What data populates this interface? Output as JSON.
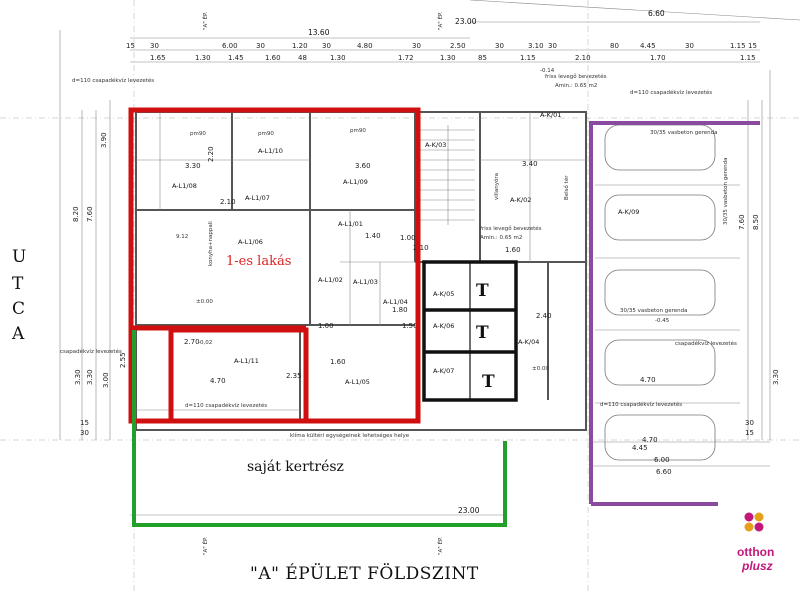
{
  "title": "\"A\" ÉPÜLET FÖLDSZINT",
  "street_label": [
    "U",
    "T",
    "C",
    "A"
  ],
  "apartment_label": "1-es lakás",
  "garden_label": "saját kertrész",
  "storage_marks": [
    "T",
    "T",
    "T"
  ],
  "brand": {
    "name_top": "otthon",
    "name_bottom": "plusz",
    "accent": "#c2187a",
    "accent2": "#e5a01b"
  },
  "outline_colors": {
    "apartment": "#d01010",
    "garden": "#22a02a",
    "parking": "#8a4aa0",
    "storage": "#111111"
  },
  "top_dims": {
    "row1": [
      "13.60",
      "23.00",
      "6.60"
    ],
    "row2": [
      "6.00",
      "1.20",
      "4.80",
      "2.50",
      "3.10",
      "4.45",
      "1.15"
    ],
    "row3": [
      "1.65",
      "1.30",
      "1.45",
      "1.60",
      "48",
      "1.30",
      "1.72",
      "1.30",
      "85",
      "1.15",
      "2.10",
      "1.70",
      "1.15"
    ],
    "misc": [
      "15",
      "30",
      "30",
      "30",
      "30",
      "30",
      "15",
      "80",
      "30",
      "30"
    ]
  },
  "bottom_dims": [
    "23.00",
    "4.45",
    "6.00",
    "6.60",
    "4.70"
  ],
  "left_dims": [
    "8.20",
    "7.60",
    "3.30",
    "3.30",
    "2.55",
    "3.00",
    "3.90",
    "15",
    "30"
  ],
  "right_dims": [
    "7.60",
    "8.50",
    "3.30",
    "30",
    "15"
  ],
  "rooms": [
    {
      "id": "A-L1/10",
      "area": ""
    },
    {
      "id": "A-L1/08",
      "area": ""
    },
    {
      "id": "A-L1/07",
      "area": ""
    },
    {
      "id": "A-L1/09",
      "area": ""
    },
    {
      "id": "A-L1/06",
      "area": ""
    },
    {
      "id": "A-L1/01",
      "area": ""
    },
    {
      "id": "A-L1/02",
      "area": ""
    },
    {
      "id": "A-L1/03",
      "area": ""
    },
    {
      "id": "A-L1/04",
      "area": ""
    },
    {
      "id": "A-L1/05",
      "area": ""
    },
    {
      "id": "A-L1/11",
      "area": ""
    },
    {
      "id": "A-K/01",
      "area": ""
    },
    {
      "id": "A-K/02",
      "area": ""
    },
    {
      "id": "A-K/03",
      "area": ""
    },
    {
      "id": "A-K/04",
      "area": ""
    },
    {
      "id": "A-K/05",
      "area": ""
    },
    {
      "id": "A-K/06",
      "area": ""
    },
    {
      "id": "A-K/07",
      "area": ""
    },
    {
      "id": "A-K/09",
      "area": ""
    }
  ],
  "notes": {
    "csapadek": "d=110 csapadékvíz levezetés",
    "csapadek2": "csapadékvíz levezetés",
    "friss": "friss levegő bevezetés",
    "amin": "Amin.: 0.65 m2",
    "friss2": "friss levegő bevezetés",
    "amin2": "Amin.: 0.65 m2",
    "gerenda": "30/35 vasbeton gerenda",
    "klima": "klíma kültéri egységeinek lehetséges helye",
    "villany": "villanyóra",
    "belsoter": "Belső tér",
    "konyha": "konyha+nappali",
    "pm90": "pm90",
    "level": "±0.00",
    "level2": "-0,02",
    "level3": "-0.14",
    "level4": "-0.45",
    "area1": "9.12",
    "ep": "\"A\" ÉP."
  },
  "interior_dims": [
    "3.30",
    "3.60",
    "2.20",
    "2.10",
    "1.00",
    "4.70",
    "1.60",
    "3.40",
    "2.40",
    "4.70",
    "1.50",
    "2.70",
    "2.35",
    "1.00",
    "1.40",
    "1.60",
    "2.10",
    "1.80"
  ]
}
